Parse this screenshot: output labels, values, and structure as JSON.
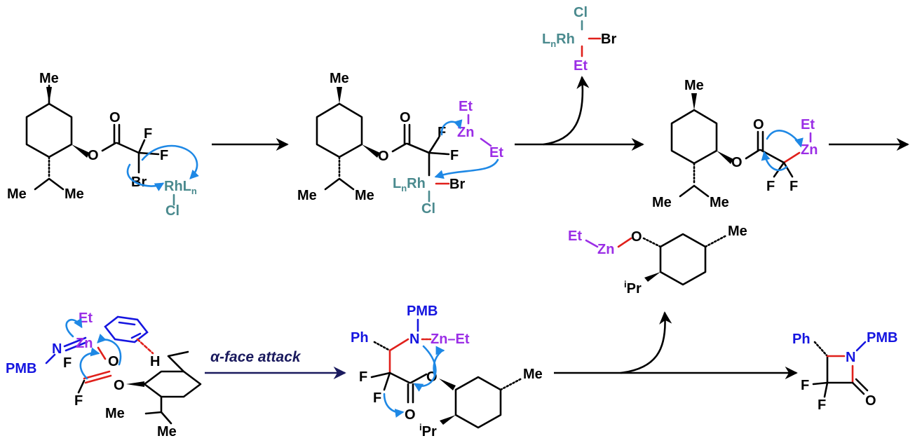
{
  "colors": {
    "carbon_bonds": "#000000",
    "rhodium": "#4a8a8e",
    "zinc_ethyl": "#9b2ee6",
    "nitrogen_pmb_ph": "#1515e0",
    "new_bonds": "#e0201b",
    "electron_arrows": "#1e88e5"
  },
  "atoms": {
    "me": "Me",
    "o": "O",
    "f": "F",
    "br": "Br",
    "rh": "Rh",
    "l": "L",
    "n_sub": "n",
    "cl": "Cl",
    "et": "Et",
    "zn": "Zn",
    "n": "N",
    "h": "H",
    "pmb": "PMB",
    "ph": "Ph",
    "pr": "Pr",
    "i_sup": "i",
    "zn_et": "Zn–Et"
  },
  "labels": {
    "alpha_attack": "α-face attack"
  }
}
